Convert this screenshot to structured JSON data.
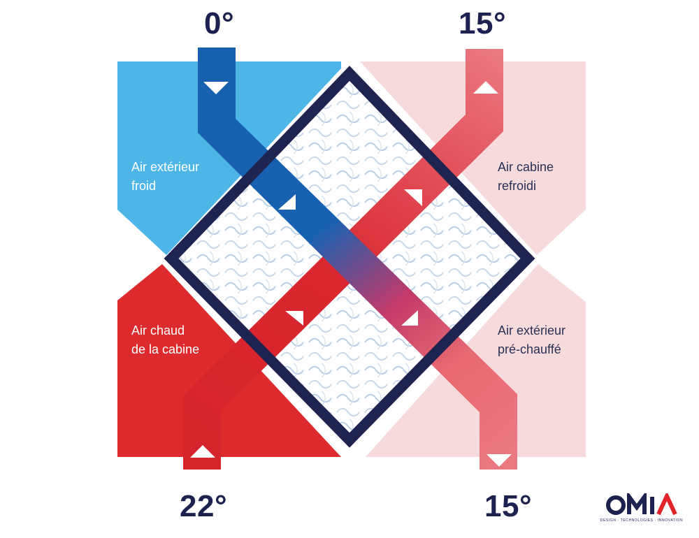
{
  "temperatures": {
    "top_left": "0°",
    "top_right": "15°",
    "bottom_left": "22°",
    "bottom_right": "15°"
  },
  "zones": {
    "top_left": [
      "Air extérieur",
      "froid"
    ],
    "top_right": [
      "Air cabine",
      "refroidi"
    ],
    "bottom_left": [
      "Air chaud",
      "de la cabine"
    ],
    "bottom_right": [
      "Air extérieur",
      "pré-chauffé"
    ]
  },
  "logo": {
    "name": "OMIA",
    "tagline": "DESIGN · TECHNOLOGIES · INNOVATION"
  },
  "colors": {
    "cold_zone": "#4db6e6",
    "warm_zone": "#dc2a2d",
    "pale_zone": "#f7dadc",
    "cold_flow": "#1761b0",
    "warm_flow": "#d6242d",
    "pale_flow": "#e9737b",
    "frame": "#1e2350",
    "text_dark": "#1c2150"
  },
  "icons": {
    "direction_arrow": "triangle-arrow-icon",
    "exchanger_pattern": "wave-pattern-icon"
  }
}
